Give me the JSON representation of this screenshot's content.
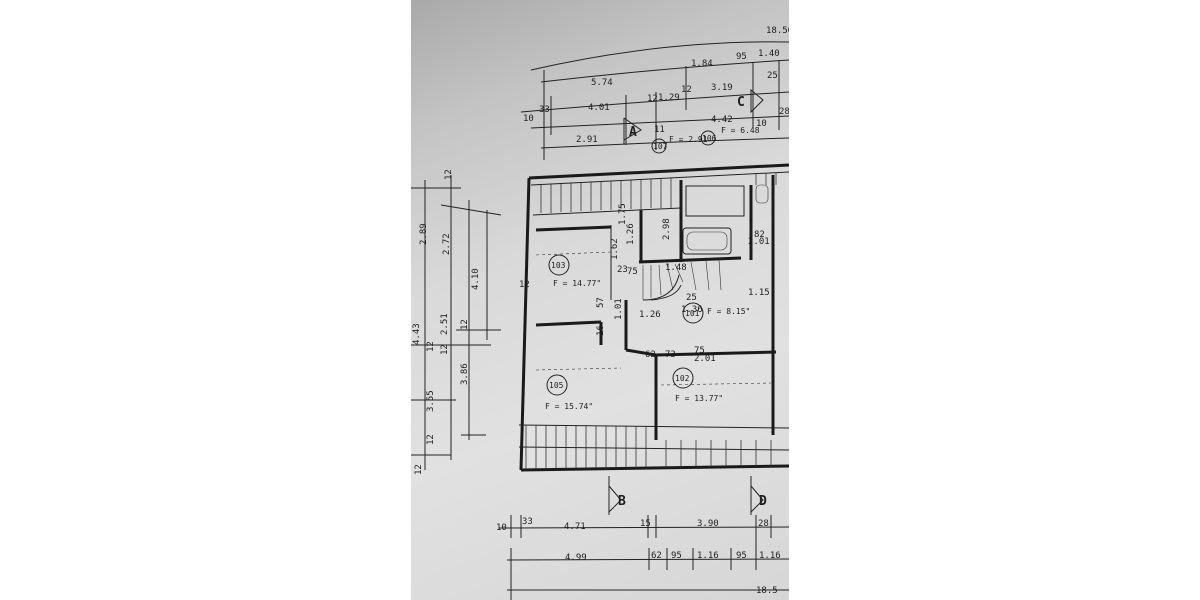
{
  "dimensions": {
    "top_total": "18.50",
    "top_row1": [
      "5.74",
      "1.84",
      "95",
      "1.40"
    ],
    "top_row2": [
      "33",
      "4.01",
      "12",
      "1.29",
      "12",
      "3.19",
      "25",
      "28"
    ],
    "top_row3": [
      "2.91",
      "11",
      "4.42"
    ],
    "top_small": [
      "10",
      "10"
    ],
    "bottom_row1": [
      "10",
      "33",
      "4.71",
      "15",
      "3.90",
      "28"
    ],
    "bottom_row2": [
      "4.99",
      "62",
      "95",
      "1.16",
      "95",
      "1.16"
    ],
    "bottom_total": "18.5",
    "left_col": [
      "12",
      "2.89",
      "2.72",
      "4.10",
      "4.43",
      "12",
      "2.51",
      "12",
      "3.86",
      "12",
      "3.55",
      "12",
      "12"
    ],
    "interior": [
      "1.75",
      "1.26",
      "2.98",
      "1.62",
      "75",
      "23",
      "1.48",
      "25",
      "57",
      "16",
      "1.26",
      "1.01",
      "62",
      "73",
      "75",
      "1.15",
      "1.36",
      "82",
      "2.01",
      "2.01",
      "12"
    ]
  },
  "sections": [
    "A",
    "B",
    "C",
    "D"
  ],
  "rooms": [
    {
      "id": "103",
      "area": "F = 14.77\""
    },
    {
      "id": "101",
      "area": "F = 8.15\""
    },
    {
      "id": "105",
      "area": "F = 15.74\""
    },
    {
      "id": "102",
      "area": "F = 13.77\""
    },
    {
      "id": "107",
      "area": "F = 2.91"
    },
    {
      "id": "106",
      "area": "F = 6.48"
    }
  ]
}
